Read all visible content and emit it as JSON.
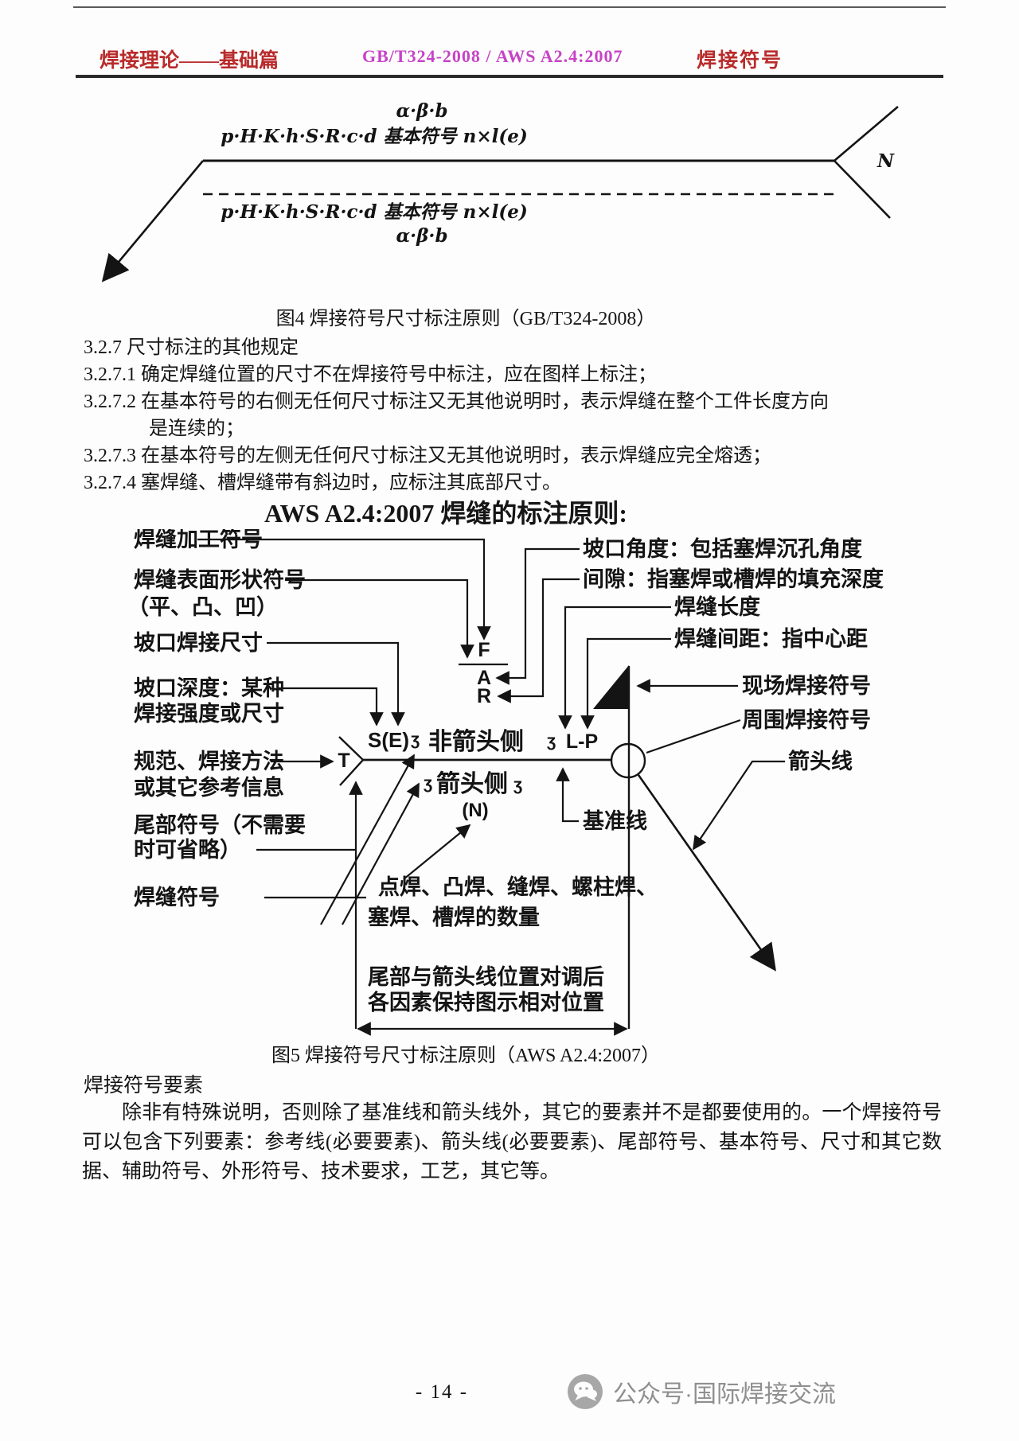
{
  "header": {
    "left": "焊接理论——基础篇",
    "center": "GB/T324-2008 / AWS A2.4:2007",
    "right": "焊接符号"
  },
  "figure4": {
    "upper_params": "α·β·b",
    "upper_formula": "p·H·K·h·S·R·c·d 基本符号 n×l(e)",
    "lower_formula": "p·H·K·h·S·R·c·d 基本符号 n×l(e)",
    "lower_params": "α·β·b",
    "n_label": "N",
    "caption": "图4 焊接符号尺寸标注原则（GB/T324-2008）"
  },
  "rules": {
    "title": "3.2.7 尺寸标注的其他规定",
    "items": [
      "3.2.7.1 确定焊缝位置的尺寸不在焊接符号中标注，应在图样上标注；",
      "3.2.7.2 在基本符号的右侧无任何尺寸标注又无其他说明时，表示焊缝在整个工件长度方向",
      "是连续的；",
      "3.2.7.3 在基本符号的左侧无任何尺寸标注又无其他说明时，表示焊缝应完全熔透；",
      "3.2.7.4 塞焊缝、槽焊缝带有斜边时，应标注其底部尺寸。"
    ]
  },
  "aws_heading": "AWS A2.4:2007 焊缝的标注原则:",
  "figure5": {
    "labels": {
      "proc": "焊缝加工符号",
      "surface": "焊缝表面形状符号",
      "surface2": "（平、凸、凹）",
      "groove_size": "坡口焊接尺寸",
      "depth": "坡口深度：某种",
      "depth2": "焊接强度或尺寸",
      "spec": "规范、焊接方法",
      "spec2": "或其它参考信息",
      "tail": "尾部符号（不需要",
      "tail2": "时可省略）",
      "weld_symbol": "焊缝符号",
      "groove_angle": "坡口角度：包括塞焊沉孔角度",
      "gap": "间隙：指塞焊或槽焊的填充深度",
      "weld_length": "焊缝长度",
      "weld_pitch": "焊缝间距：指中心距",
      "field_weld": "现场焊接符号",
      "all_around": "周围焊接符号",
      "arrow_line": "箭头线",
      "reference_line": "基准线",
      "counts": "点焊、凸焊、缝焊、螺柱焊、",
      "counts2": "塞焊、槽焊的数量",
      "swap_note": "尾部与箭头线位置对调后",
      "swap_note2": "各因素保持图示相对位置"
    },
    "symbols": {
      "finish": "F",
      "angle": "A",
      "root": "R",
      "tail": "T",
      "depth": "S(E)",
      "other_side": "非箭头侧",
      "length_pitch": "L-P",
      "arrow_side": "箭头侧",
      "count": "(N)",
      "squiggle": "ʒ"
    },
    "caption": "图5 焊接符号尺寸标注原则（AWS A2.4:2007）"
  },
  "elements_section": {
    "title": "焊接符号要素",
    "paragraph": "除非有特殊说明，否则除了基准线和箭头线外，其它的要素并不是都要使用的。一个焊接符号可以包含下列要素：参考线(必要要素)、箭头线(必要要素)、尾部符号、基本符号、尺寸和其它数据、辅助符号、外形符号、技术要求，工艺，其它等。"
  },
  "footer": {
    "page_number": "- 14 -",
    "watermark": "公众号·国际焊接交流"
  }
}
